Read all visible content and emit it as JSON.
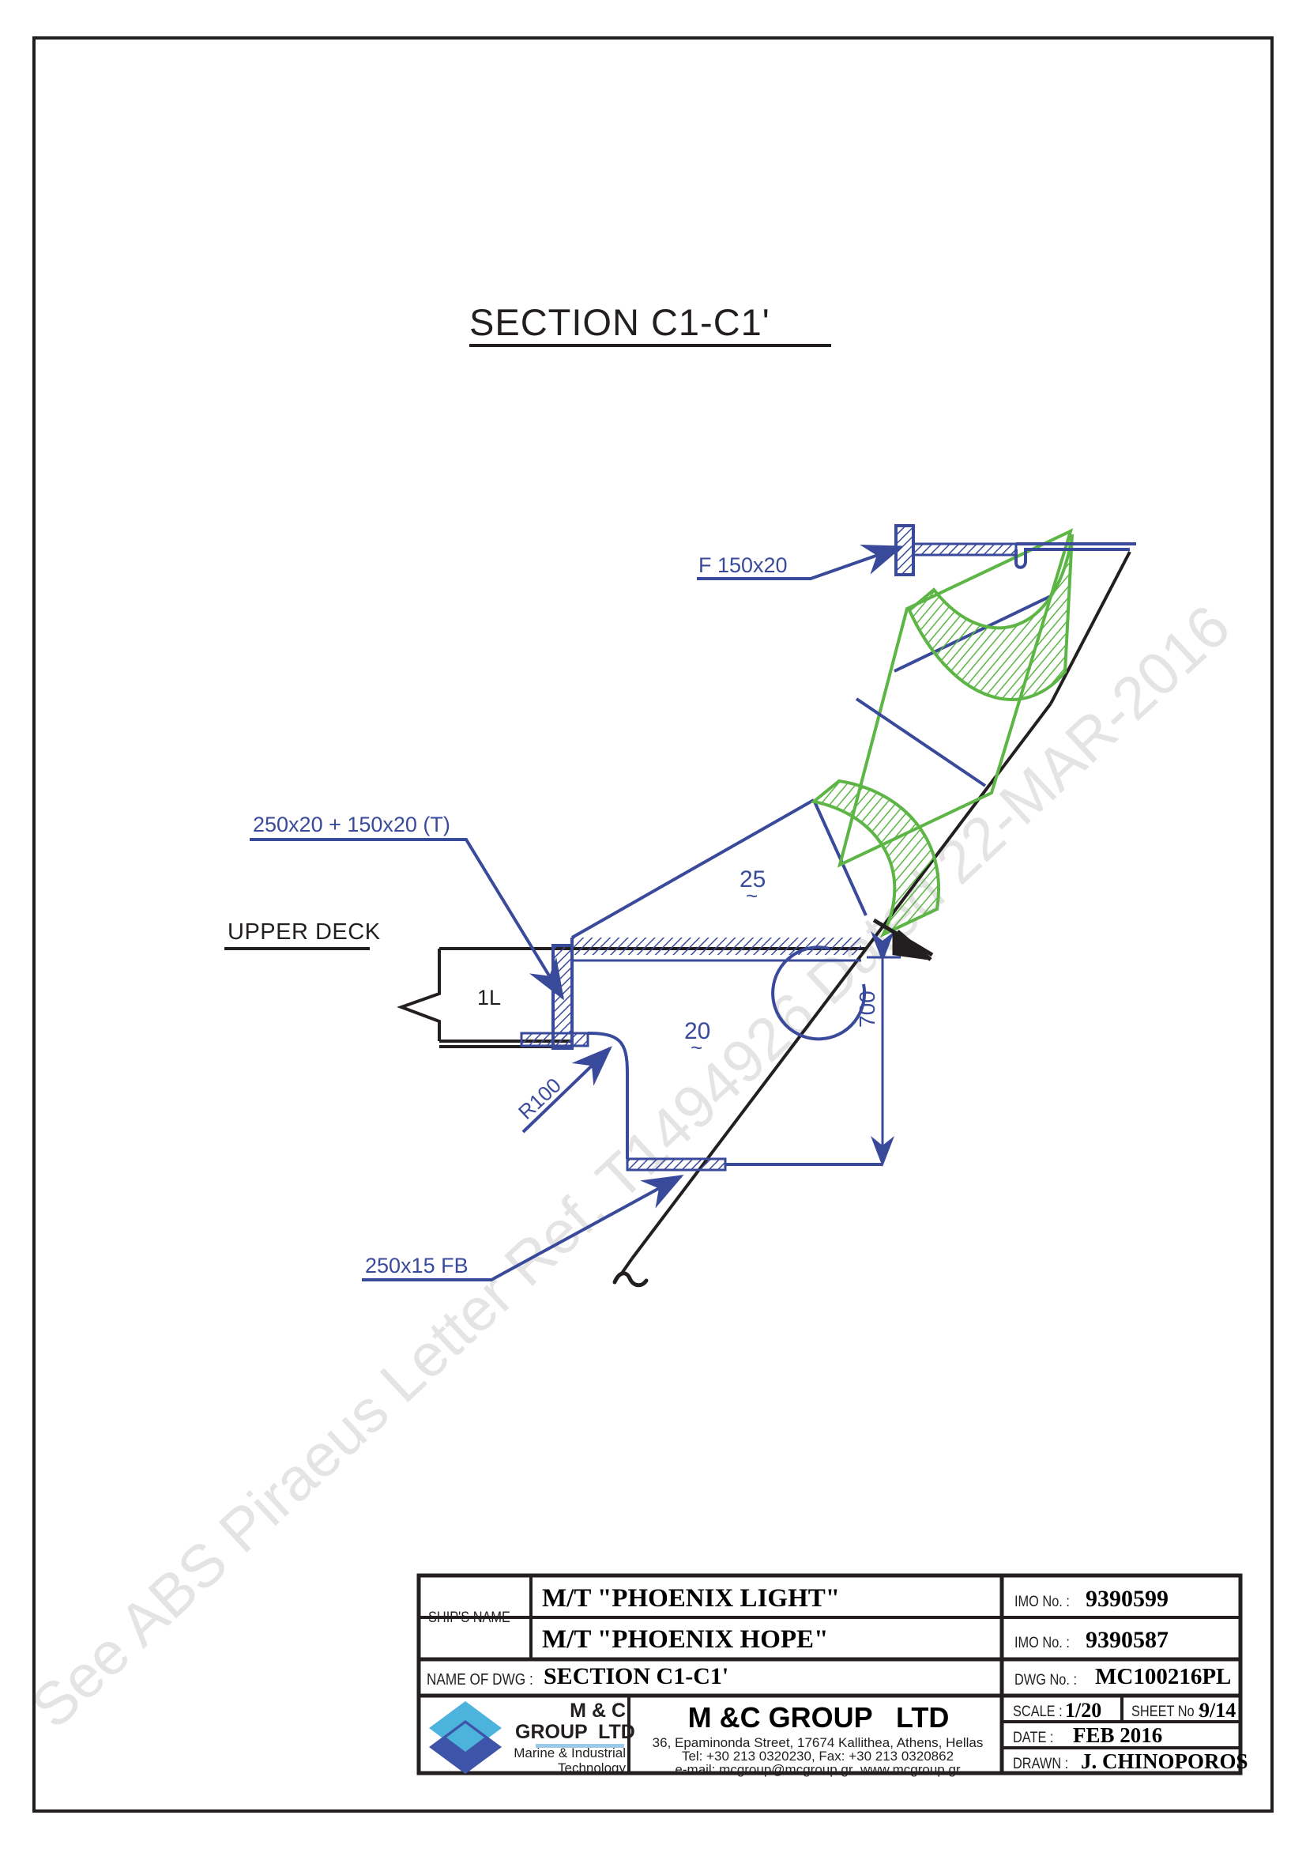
{
  "drawing": {
    "title": "SECTION C1-C1'",
    "watermark": "See ABS Piraeus Letter Ref. T1494926 Dated 22-MAR-2016",
    "colors": {
      "line_blue": "#3a4a9b",
      "line_green": "#5cb544",
      "line_black": "#231f20",
      "watermark_grey": "#e2e2e2",
      "logo_light_blue": "#4cb3dd",
      "logo_mid_blue": "#3d54a8",
      "logo_dark_blue": "#2b3b8f"
    },
    "labels": {
      "flange_top": "F 150x20",
      "tee_bracket": "250x20 + 150x20 (T)",
      "upper_deck": "UPPER DECK",
      "frame_spacing": "1L",
      "radius": "R100",
      "plate_25": "25",
      "plate_20": "20",
      "dim_700": "700",
      "flat_bar": "250x15 FB",
      "approx_symbol": "~"
    }
  },
  "title_block": {
    "ships_name_label": "SHIP'S NAME",
    "ship_1": "M/T \"PHOENIX LIGHT\"",
    "ship_2": "M/T \"PHOENIX HOPE\"",
    "imo_label_1": "IMO No. :",
    "imo_value_1": "9390599",
    "imo_label_2": "IMO No. :",
    "imo_value_2": "9390587",
    "name_of_dwg_label": "NAME OF DWG :",
    "name_of_dwg_value": "SECTION C1-C1'",
    "dwg_no_label": "DWG No. :",
    "dwg_no_value": "MC100216PL",
    "scale_label": "SCALE :",
    "scale_value": "1/20",
    "sheet_label": "SHEET No :",
    "sheet_value": "9/14",
    "date_label": "DATE :",
    "date_value": "FEB 2016",
    "drawn_label": "DRAWN :",
    "drawn_value": "J. CHINOPOROS",
    "company": {
      "logo_line1": "M & C",
      "logo_line2": "GROUP  LTD",
      "logo_line3": "Marine & Industrial",
      "logo_line4": "Technology",
      "name": "M &C GROUP   LTD",
      "address": "36, Epaminonda Street, 17674 Kallithea, Athens, Hellas",
      "phone": "Tel: +30 213 0320230, Fax: +30 213 0320862",
      "email": "e-mail: mcgroup@mcgroup.gr  www.mcgroup.gr"
    }
  }
}
